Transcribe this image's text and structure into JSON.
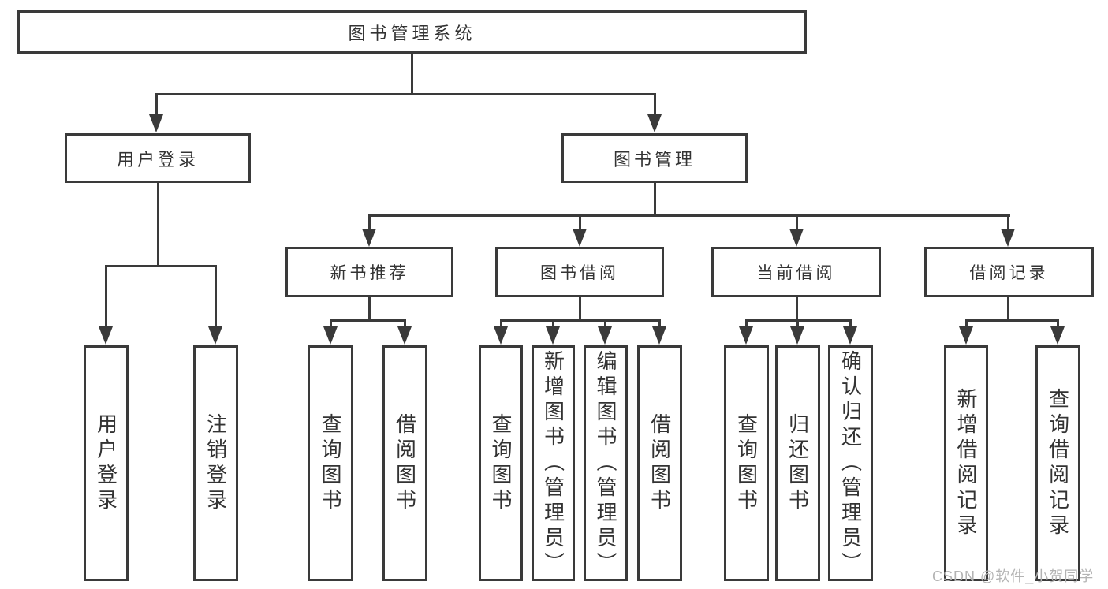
{
  "tree": {
    "root": {
      "label": "图书管理系统",
      "children": [
        {
          "label": "用户登录",
          "children": [
            {
              "label": "用户登录"
            },
            {
              "label": "注销登录"
            }
          ]
        },
        {
          "label": "图书管理",
          "children": [
            {
              "label": "新书推荐",
              "children": [
                {
                  "label": "查询图书"
                },
                {
                  "label": "借阅图书"
                }
              ]
            },
            {
              "label": "图书借阅",
              "children": [
                {
                  "label": "查询图书"
                },
                {
                  "label": "新增图书（管理员）"
                },
                {
                  "label": "编辑图书（管理员）"
                },
                {
                  "label": "借阅图书"
                }
              ]
            },
            {
              "label": "当前借阅",
              "children": [
                {
                  "label": "查询图书"
                },
                {
                  "label": "归还图书"
                },
                {
                  "label": "确认归还（管理员）"
                }
              ]
            },
            {
              "label": "借阅记录",
              "children": [
                {
                  "label": "新增借阅记录"
                },
                {
                  "label": "查询借阅记录"
                }
              ]
            }
          ]
        }
      ]
    }
  },
  "watermark": {
    "text": "CSDN @软件_小贺同学",
    "color": "#b3b3b3"
  },
  "colors": {
    "line": "#3a3a3a",
    "text": "#333333",
    "background": "#ffffff"
  }
}
